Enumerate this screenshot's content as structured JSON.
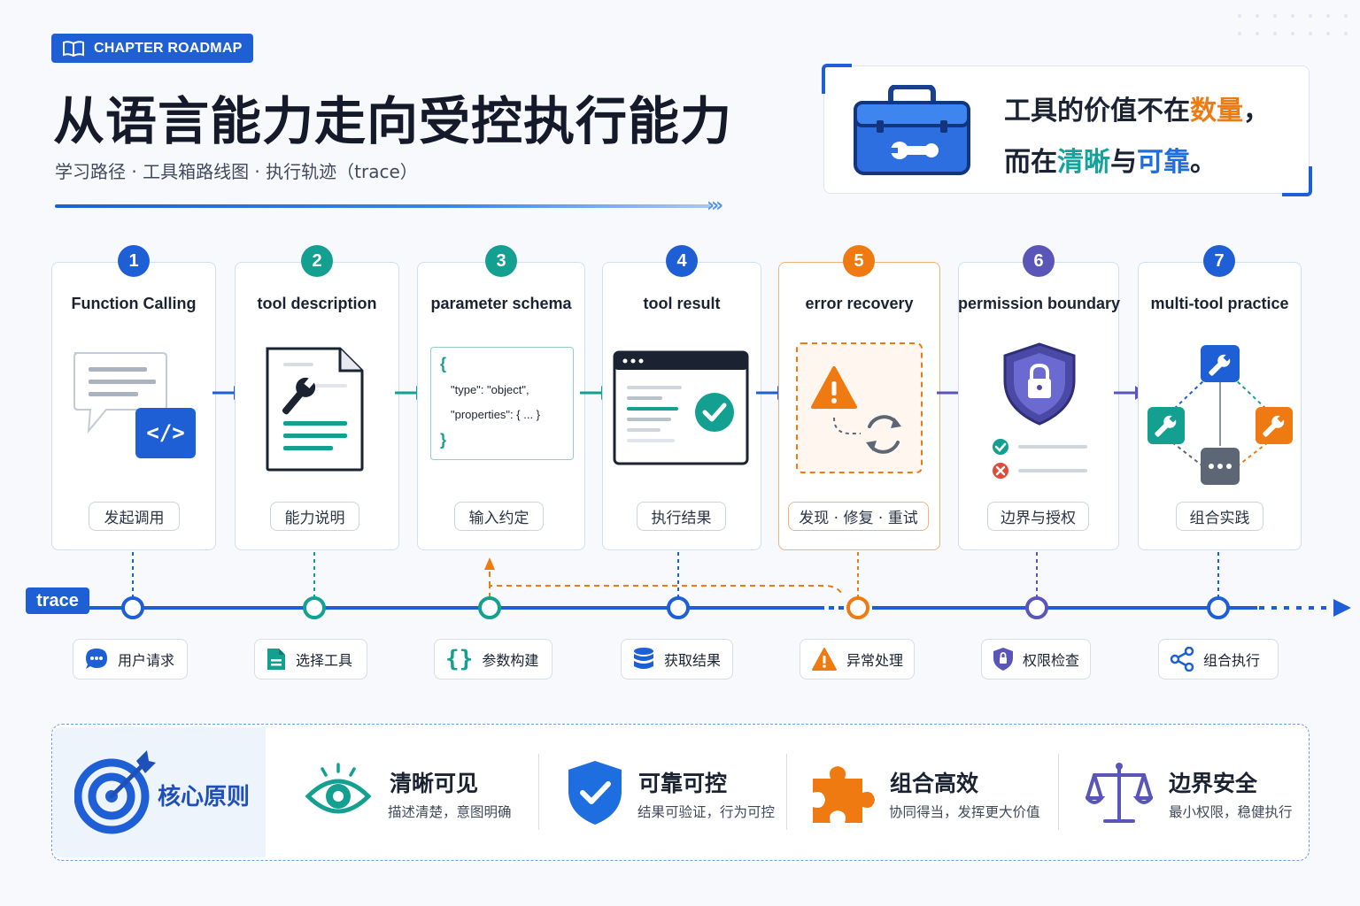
{
  "header": {
    "badge": "CHAPTER ROADMAP",
    "title": "从语言能力走向受控执行能力",
    "subtitle": "学习路径 · 工具箱路线图 · 执行轨迹（trace）"
  },
  "quote": {
    "line1_a": "工具的价值不在",
    "line1_b": "数量",
    "line1_c": "，",
    "line2_a": "而在",
    "line2_b": "清晰",
    "line2_c": "与",
    "line2_d": "可靠",
    "line2_e": "。"
  },
  "code_snippet": {
    "open": "{",
    "line1": "\"type\": \"object\",",
    "line2": "\"properties\": { ... }",
    "close": "}"
  },
  "steps": [
    {
      "num": "1",
      "title": "Function Calling",
      "tag": "发起调用",
      "color": "#1f5fd6"
    },
    {
      "num": "2",
      "title": "tool description",
      "tag": "能力说明",
      "color": "#13a090"
    },
    {
      "num": "3",
      "title": "parameter schema",
      "tag": "输入约定",
      "color": "#13a090"
    },
    {
      "num": "4",
      "title": "tool result",
      "tag": "执行结果",
      "color": "#1f5fd6"
    },
    {
      "num": "5",
      "title": "error recovery",
      "tag": "发现 · 修复 · 重试",
      "color": "#f07a12"
    },
    {
      "num": "6",
      "title": "permission boundary",
      "tag": "边界与授权",
      "color": "#5a56b8"
    },
    {
      "num": "7",
      "title": "multi-tool practice",
      "tag": "组合实践",
      "color": "#1f5fd6"
    }
  ],
  "trace": {
    "label": "trace",
    "chips": [
      {
        "label": "用户请求",
        "icon": "chat-icon"
      },
      {
        "label": "选择工具",
        "icon": "document-icon"
      },
      {
        "label": "参数构建",
        "icon": "braces-icon"
      },
      {
        "label": "获取结果",
        "icon": "database-icon"
      },
      {
        "label": "异常处理",
        "icon": "warning-icon"
      },
      {
        "label": "权限检查",
        "icon": "shield-lock-icon"
      },
      {
        "label": "组合执行",
        "icon": "share-icon"
      }
    ]
  },
  "principles": {
    "core_label": "核心原则",
    "items": [
      {
        "title": "清晰可见",
        "desc": "描述清楚，意图明确",
        "icon": "eye-icon"
      },
      {
        "title": "可靠可控",
        "desc": "结果可验证，行为可控",
        "icon": "shield-check-icon"
      },
      {
        "title": "组合高效",
        "desc": "协同得当，发挥更大价值",
        "icon": "puzzle-icon"
      },
      {
        "title": "边界安全",
        "desc": "最小权限，稳健执行",
        "icon": "scale-icon"
      }
    ]
  },
  "colors": {
    "primary": "#1f5fd6",
    "teal": "#13a090",
    "orange": "#f07a12",
    "purple": "#5a56b8"
  }
}
